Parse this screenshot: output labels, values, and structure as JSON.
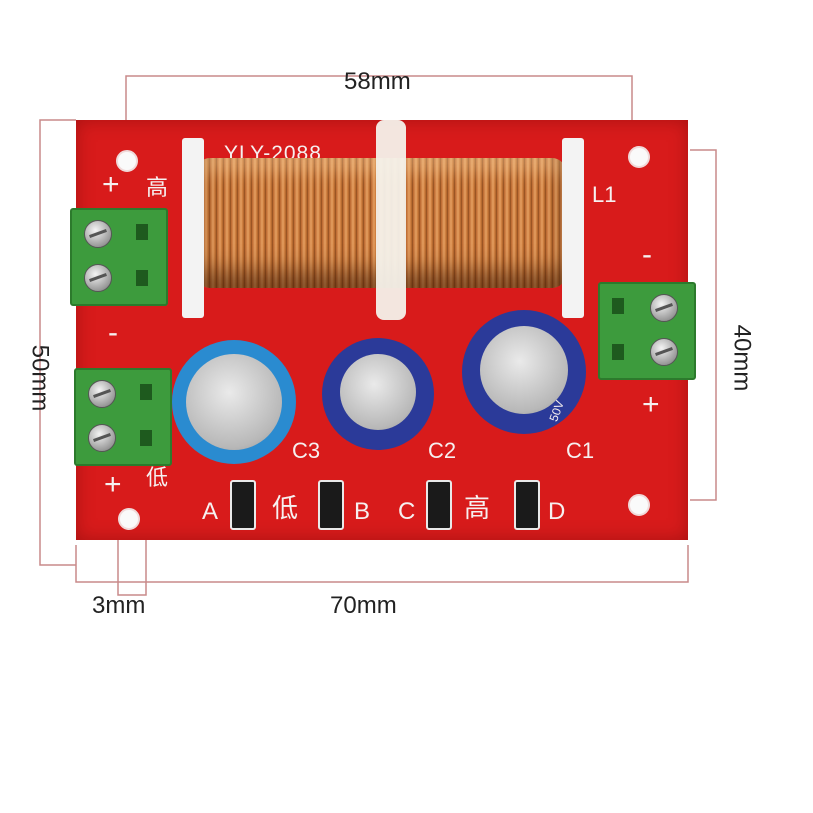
{
  "dimensions": {
    "top": "58mm",
    "bottom": "70mm",
    "left": "50mm",
    "right": "40mm",
    "hole": "3mm"
  },
  "board": {
    "model": "YLY-2088",
    "inductor": "L1",
    "capacitors": [
      "C3",
      "C2",
      "C1"
    ],
    "jumpers": [
      "A",
      "B",
      "C",
      "D"
    ],
    "low_char": "低",
    "high_char": "高",
    "plus": "+",
    "minus": "-",
    "cap_print": "50V"
  },
  "colors": {
    "pcb": "#d81b1b",
    "terminal": "#3d9b3d",
    "coil": "#c77636",
    "cap_c3": "#2a8bd0",
    "cap_c2": "#2b3a99",
    "cap_c1": "#2b3a99"
  }
}
